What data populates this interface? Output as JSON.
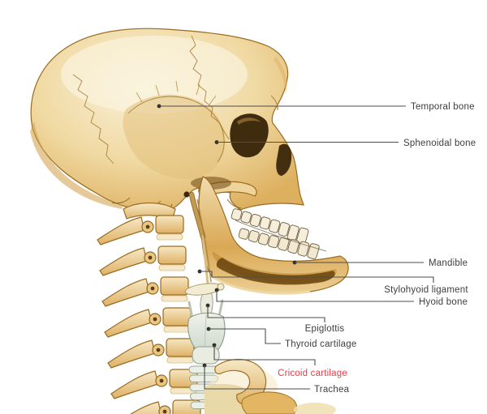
{
  "figure": {
    "type": "anatomical-illustration",
    "subject": "Lateral view of skull, cervical spine and laryngeal cartilages",
    "background_color": "#ffffff",
    "leader_line_color": "#4d4d4d",
    "label_text_color": "#3e3e3e",
    "highlight_label_color": "#ee3b47",
    "bone_color": "#ecd193",
    "cartilage_color": "#e8ece1"
  },
  "labels": {
    "temporal_bone": "Temporal bone",
    "sphenoidal_bone": "Sphenoidal bone",
    "mandible": "Mandible",
    "stylohyoid_ligament": "Stylohyoid ligament",
    "hyoid_bone": "Hyoid bone",
    "epiglottis": "Epiglottis",
    "thyroid_cartilage": "Thyroid cartilage",
    "cricoid_cartilage": "Cricoid cartilage",
    "trachea": "Trachea"
  }
}
